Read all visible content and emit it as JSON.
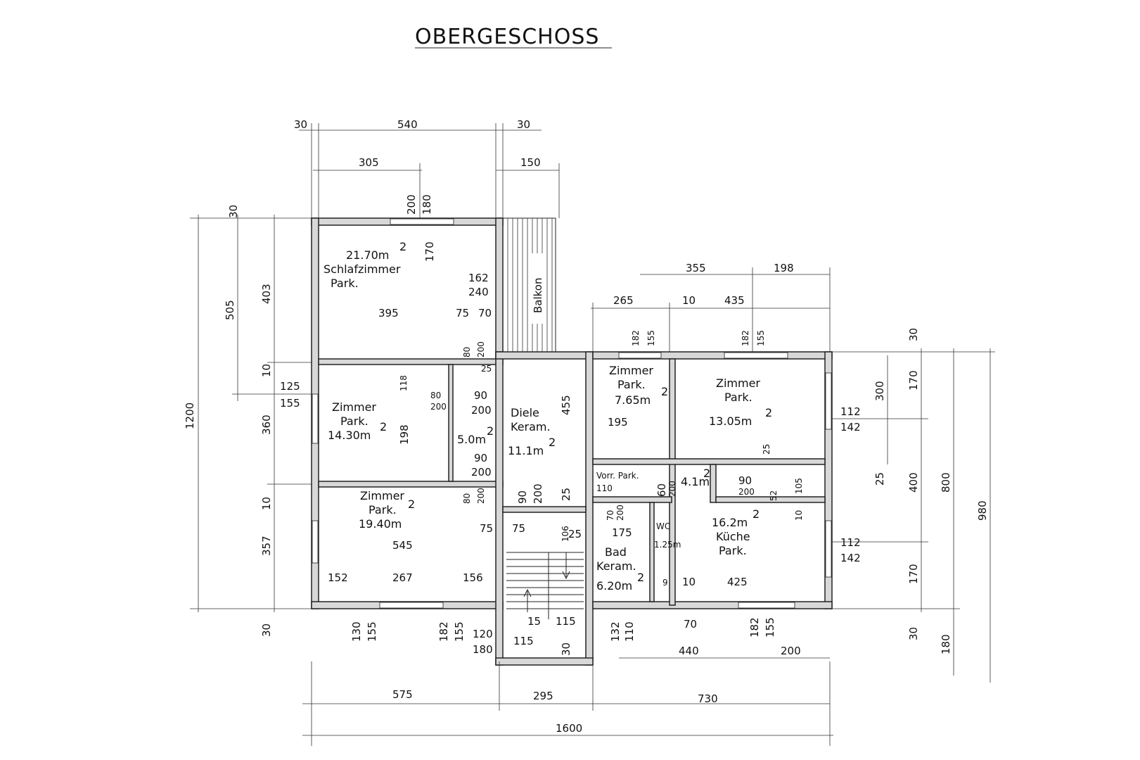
{
  "title": "OBERGESCHOSS",
  "rooms": {
    "schlafzimmer": {
      "area": "21.70m",
      "name": "Schlafzimmer",
      "floor": "Park."
    },
    "zimmer1": {
      "name": "Zimmer",
      "floor": "Park.",
      "area": "14.30m"
    },
    "bath_small": {
      "area": "5.0m"
    },
    "diele": {
      "name": "Diele",
      "floor": "Keram.",
      "area": "11.1m"
    },
    "zimmer2": {
      "name": "Zimmer",
      "floor": "Park.",
      "area": "19.40m"
    },
    "zimmer3": {
      "name": "Zimmer",
      "floor": "Park.",
      "area": "7.65m"
    },
    "zimmer4": {
      "name": "Zimmer",
      "floor": "Park.",
      "area": "13.05m"
    },
    "vorraum": {
      "label": "Vorr. Park.",
      "area": "4.1m"
    },
    "kueche": {
      "area": "16.2m",
      "name": "Küche",
      "floor": "Park."
    },
    "bad": {
      "name": "Bad",
      "floor": "Keram.",
      "area": "6.20m"
    },
    "wc": {
      "name": "WC",
      "area": "1.25m"
    },
    "balkon": {
      "name": "Balkon"
    },
    "sup": "2"
  },
  "dimensions": {
    "top1": [
      "30",
      "540",
      "30"
    ],
    "top2": [
      "305",
      "150"
    ],
    "right_top1": [
      "355",
      "198"
    ],
    "right_top2": [
      "265",
      "10",
      "435"
    ],
    "bottom1": [
      "575",
      "295",
      "730"
    ],
    "bottom_total": "1600",
    "bottom_right": [
      "440",
      "200"
    ],
    "left_outer": "1200",
    "left2": [
      "505"
    ],
    "left3": [
      "403",
      "360",
      "10",
      "357",
      "30"
    ],
    "left_small": [
      "30",
      "10",
      "30"
    ],
    "right_outer": [
      "980"
    ],
    "right2": [
      "800",
      "180"
    ],
    "right3": [
      "170",
      "400",
      "170",
      "30",
      "30"
    ],
    "right4": [
      "300",
      "25"
    ],
    "interior": [
      "200",
      "180",
      "170",
      "162",
      "240",
      "395",
      "75",
      "70",
      "80",
      "200",
      "125",
      "155",
      "118",
      "80",
      "200",
      "198",
      "25",
      "90",
      "200",
      "90",
      "200",
      "455",
      "182",
      "155",
      "182",
      "155",
      "195",
      "25",
      "112",
      "142",
      "112",
      "142",
      "110",
      "60",
      "200",
      "90",
      "200",
      "52",
      "105",
      "10",
      "80",
      "200",
      "90",
      "200",
      "25",
      "75",
      "75",
      "545",
      "106",
      "25",
      "70",
      "200",
      "175",
      "10",
      "425",
      "152",
      "267",
      "156",
      "130",
      "155",
      "182",
      "155",
      "120",
      "180",
      "15",
      "115",
      "115",
      "30",
      "132",
      "110",
      "70",
      "182",
      "155",
      "9"
    ]
  }
}
